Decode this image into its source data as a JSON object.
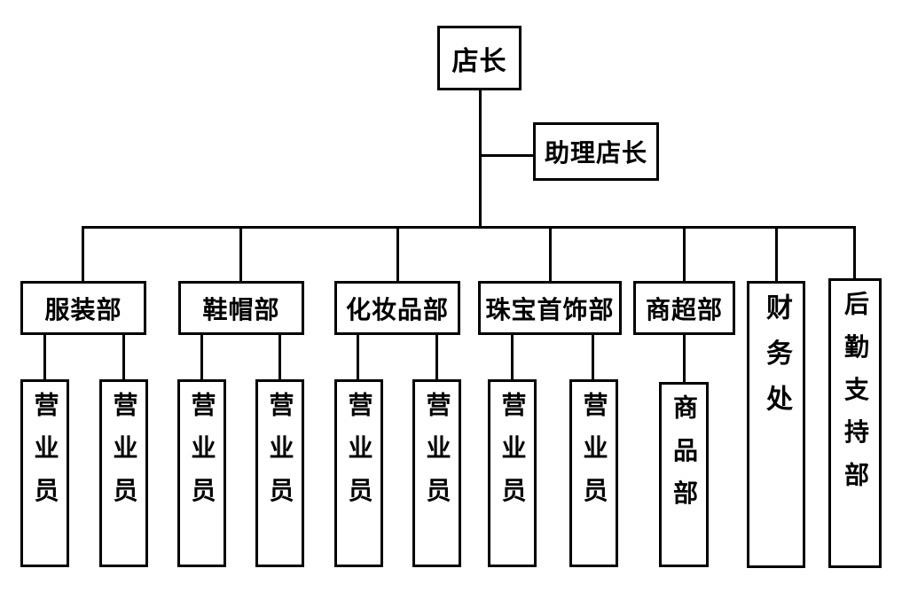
{
  "org_chart": {
    "type": "organization-chart",
    "root": {
      "label": "店长"
    },
    "assistant": {
      "label": "助理店长"
    },
    "departments": [
      {
        "label": "服装部",
        "staff": [
          "营业员",
          "营业员"
        ]
      },
      {
        "label": "鞋帽部",
        "staff": [
          "营业员",
          "营业员"
        ]
      },
      {
        "label": "化妆品部",
        "staff": [
          "营业员",
          "营业员"
        ]
      },
      {
        "label": "珠宝首饰部",
        "staff": [
          "营业员",
          "营业员"
        ]
      },
      {
        "label": "商超部",
        "staff": [
          "商品部"
        ]
      },
      {
        "label": "财务处",
        "staff": []
      },
      {
        "label": "后勤支持部",
        "staff": []
      }
    ],
    "colors": {
      "line": "#000000",
      "box_border": "#000000",
      "background": "#ffffff",
      "text": "#000000"
    }
  }
}
